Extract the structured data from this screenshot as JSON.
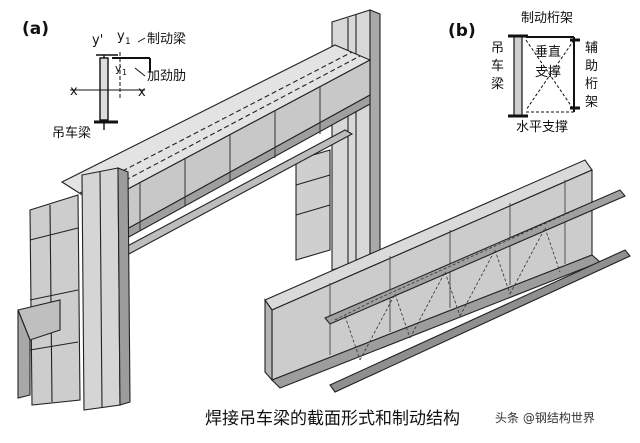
{
  "panel_a": {
    "tag": "(a)",
    "axis_y_prime": "y'",
    "axis_y1": "y",
    "axis_y1_sub": "1",
    "axis_y1_lower": "y",
    "axis_y1_lower_sub": "1",
    "axis_x_left": "x",
    "axis_x_right": "x",
    "brake_beam": "制动梁",
    "stiffener": "加劲肋",
    "crane_beam": "吊车梁"
  },
  "panel_b": {
    "tag": "(b)",
    "brake_truss": "制动桁架",
    "crane_beam_chars": [
      "吊",
      "车",
      "梁"
    ],
    "vertical_brace_1": "垂直",
    "vertical_brace_2": "支撑",
    "aux_truss_chars": [
      "辅",
      "助",
      "桁",
      "架"
    ],
    "horizontal_brace": "水平支撑"
  },
  "caption": "焊接吊车梁的截面形式和制动结构",
  "watermark": "头条 @钢结构世界"
}
